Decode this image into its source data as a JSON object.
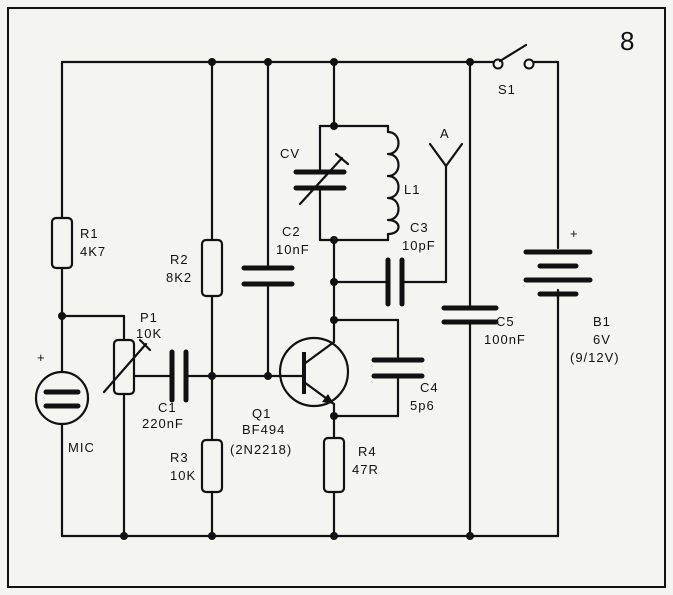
{
  "figure_number": "8",
  "components": {
    "r1": {
      "name": "R1",
      "value": "4K7"
    },
    "r2": {
      "name": "R2",
      "value": "8K2"
    },
    "r3": {
      "name": "R3",
      "value": "10K"
    },
    "r4": {
      "name": "R4",
      "value": "47R"
    },
    "p1": {
      "name": "P1",
      "value": "10K"
    },
    "c1": {
      "name": "C1",
      "value": "220nF"
    },
    "c2": {
      "name": "C2",
      "value": "10nF"
    },
    "c3": {
      "name": "C3",
      "value": "10pF"
    },
    "c4": {
      "name": "C4",
      "value": "5p6"
    },
    "c5": {
      "name": "C5",
      "value": "100nF"
    },
    "cv": {
      "name": "CV"
    },
    "l1": {
      "name": "L1"
    },
    "q1": {
      "name": "Q1",
      "value": "BF494",
      "alt": "(2N2218)"
    },
    "mic": {
      "name": "MIC",
      "polarity": "+"
    },
    "b1": {
      "name": "B1",
      "value": "6V",
      "alt": "(9/12V)",
      "polarity": "+"
    },
    "s1": {
      "name": "S1"
    },
    "antenna": {
      "name": "A"
    }
  }
}
